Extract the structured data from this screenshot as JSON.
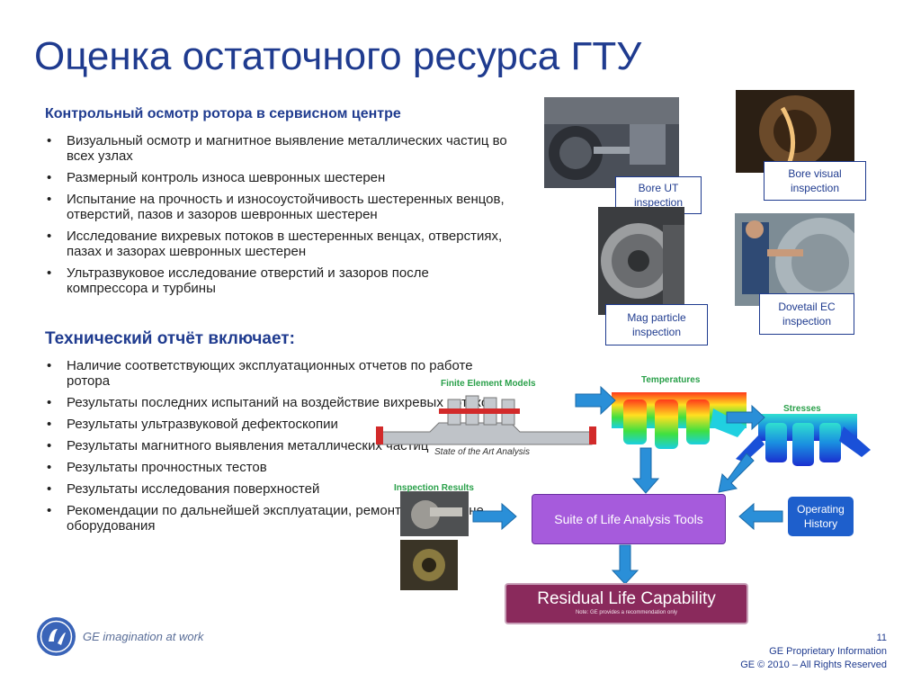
{
  "title": "Оценка остаточного ресурса ГТУ",
  "section1": {
    "heading": "Контрольный осмотр ротора в сервисном центре",
    "items": [
      "Визуальный осмотр и магнитное выявление металлических частиц во всех узлах",
      "Размерный контроль износа шевронных шестерен",
      "Испытание на прочность и износоустойчивость шестеренных венцов, отверстий, пазов и зазоров шевронных шестерен",
      "Исследование вихревых потоков в шестеренных венцах, отверстиях, пазах и зазорах шевронных шестерен",
      "Ультразвуковое исследование отверстий и зазоров после компрессора и турбины"
    ]
  },
  "section2": {
    "heading": "Технический отчёт включает:",
    "items": [
      "Наличие соответствующих эксплуатационных отчетов по работе ротора",
      "Результаты последних испытаний на воздействие вихревых потоков",
      "Результаты ультразвуковой дефектоскопии",
      "Результаты магнитного выявления металлических частиц",
      "Результаты прочностных тестов",
      "Результаты исследования поверхностей",
      "Рекомендации по дальнейшей эксплуатации, ремонту или замене оборудования"
    ]
  },
  "photos": {
    "bore_ut": "Bore UT inspection",
    "bore_visual": "Bore visual inspection",
    "mag_particle": "Mag particle inspection",
    "dovetail_ec": "Dovetail EC inspection"
  },
  "diagram": {
    "fem_label": "Finite Element Models",
    "sota_label": "State of the Art Analysis",
    "temperatures_label": "Temperatures",
    "stresses_label": "Stresses",
    "inspection_results_label": "Inspection Results",
    "suite": "Suite of Life Analysis Tools",
    "operating_history": "Operating History",
    "residual_life": "Residual Life Capability",
    "residual_note": "Note: GE provides a recommendation only"
  },
  "footer": {
    "page": "11",
    "proprietary": "GE Proprietary Information",
    "copyright": "GE © 2010 – All Rights Reserved",
    "tagline": "GE imagination at work"
  },
  "colors": {
    "title_blue": "#1f3b8f",
    "suite_purple": "#a65bdc",
    "operating_blue": "#1e5fcc",
    "residual_maroon": "#8a2a5c",
    "arrow_blue": "#2a8fd8"
  }
}
